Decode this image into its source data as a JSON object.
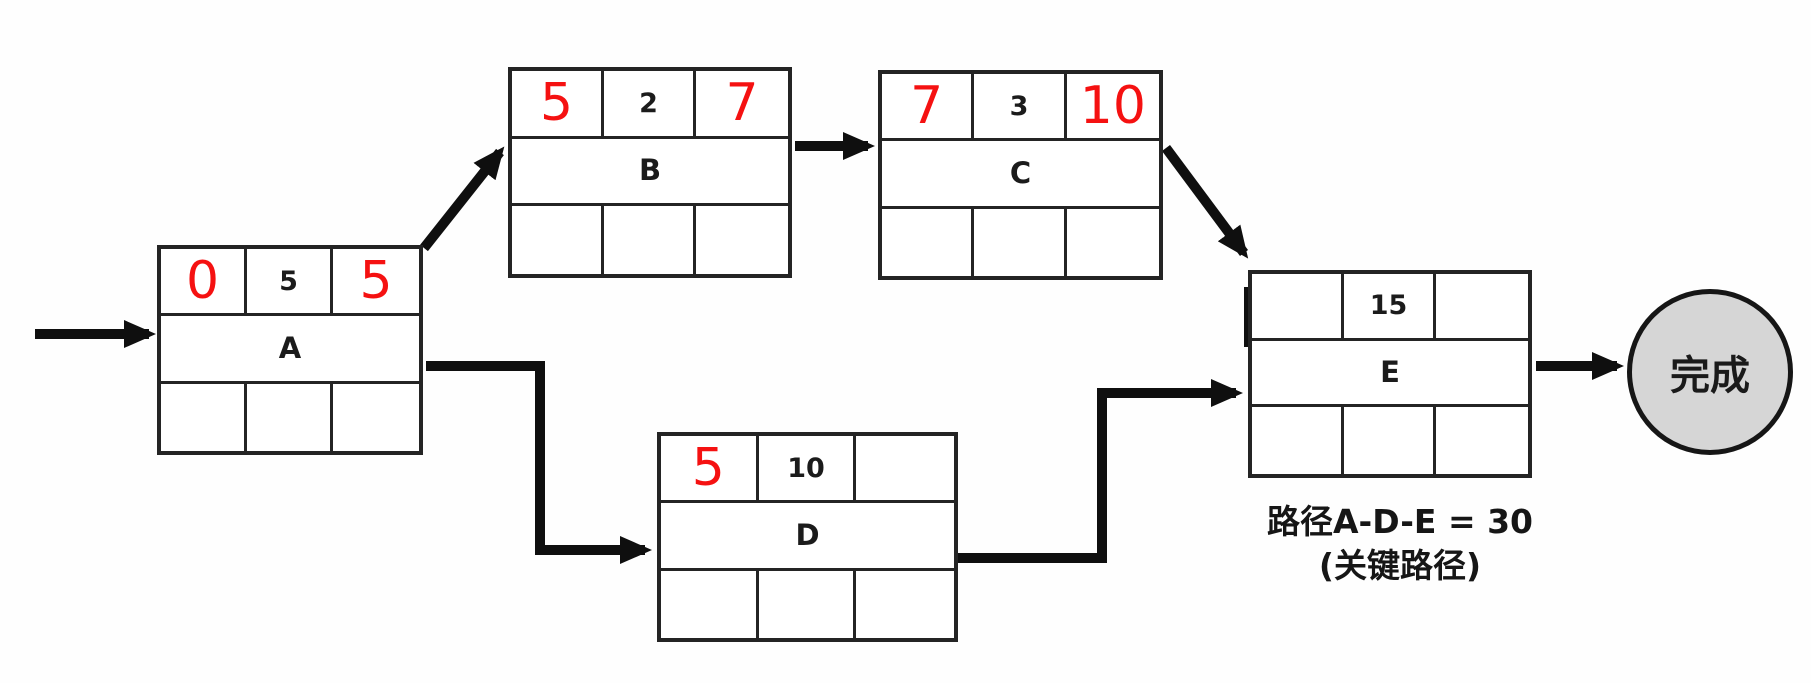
{
  "diagram": {
    "nodes": [
      {
        "name": "A",
        "es": "0",
        "duration": "5",
        "ef": "5",
        "ls": "",
        "slack": "",
        "lf": ""
      },
      {
        "name": "B",
        "es": "5",
        "duration": "2",
        "ef": "7",
        "ls": "",
        "slack": "",
        "lf": ""
      },
      {
        "name": "C",
        "es": "7",
        "duration": "3",
        "ef": "10",
        "ls": "",
        "slack": "",
        "lf": ""
      },
      {
        "name": "D",
        "es": "5",
        "duration": "10",
        "ef": "",
        "ls": "",
        "slack": "",
        "lf": ""
      },
      {
        "name": "E",
        "es": "",
        "duration": "15",
        "ef": "",
        "ls": "",
        "slack": "",
        "lf": ""
      }
    ],
    "end_node_label": "完成",
    "caption_line1": "路径A-D-E = 30",
    "caption_line2": "(关键路径)",
    "colors": {
      "critical_value": "#f51111",
      "line": "#0f0f0f",
      "end_node_fill": "#d6d6d6"
    }
  }
}
